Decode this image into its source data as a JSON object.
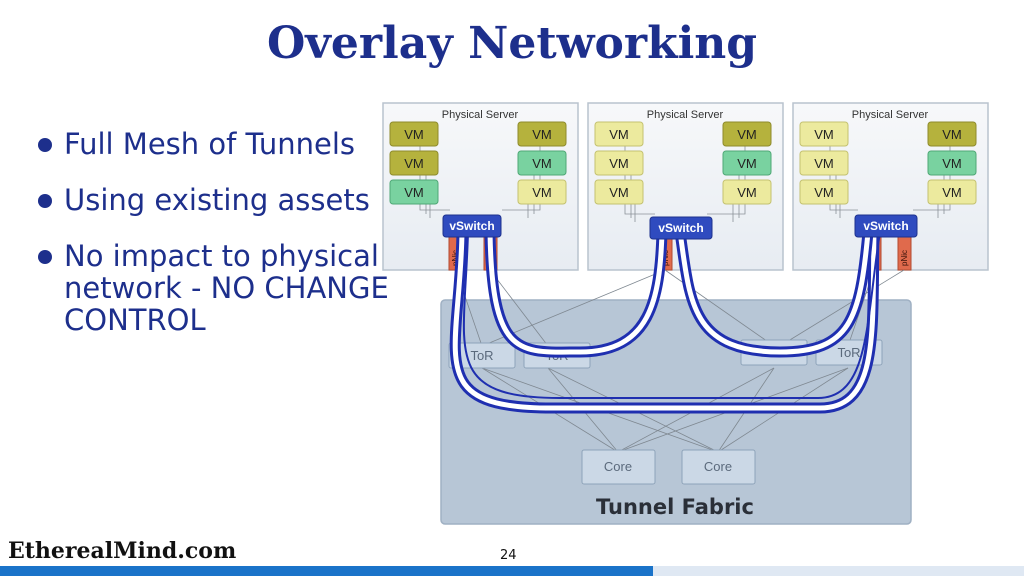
{
  "title": "Overlay Networking",
  "bullets": [
    "Full Mesh of Tunnels",
    "Using existing assets",
    "No impact to physical network - NO CHANGE CONTROL"
  ],
  "diagram": {
    "server_label": "Physical Server",
    "vm_label": "VM",
    "vswitch_label": "vSwitch",
    "pnic_label": "pNic",
    "tor_label": "ToR",
    "core_label": "Core",
    "fabric_label": "Tunnel Fabric"
  },
  "brand": "EtherealMind.com",
  "page_number": "24",
  "colors": {
    "title": "#1d2f8c",
    "tunnel": "#2a3ab8",
    "vm_olive": "#b5b23d",
    "vm_green": "#79d2a0",
    "vm_yellow": "#ecea9e",
    "footer": "#1a73c9"
  }
}
